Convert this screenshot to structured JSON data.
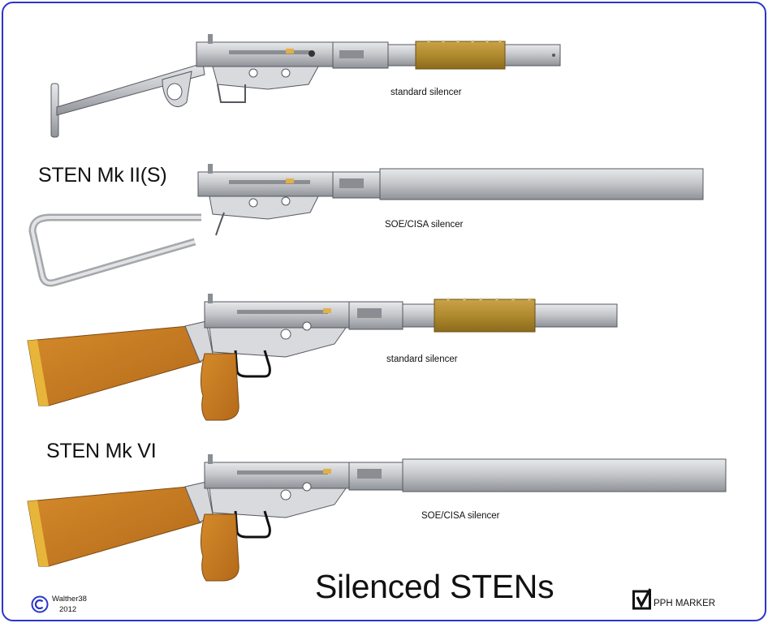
{
  "labels": {
    "model_mk2s": "STEN Mk II(S)",
    "model_mk6": "STEN Mk VI",
    "silencer_1": "standard silencer",
    "silencer_2": "SOE/CISA silencer",
    "silencer_3": "standard silencer",
    "silencer_4": "SOE/CISA silencer"
  },
  "title": "Silenced STENs",
  "credit": {
    "author": "Walther38",
    "year": "2012"
  },
  "marker_text": "PPH MARKER",
  "colors": {
    "border": "#2a36c8",
    "metal": "#c4c6ca",
    "metal_dark": "#8a8d92",
    "cork_wrap": "#b08a2e",
    "wood": "#c2781f",
    "outline": "#555860"
  },
  "icons": [
    "copyright-icon",
    "pph-checkmark-icon"
  ]
}
